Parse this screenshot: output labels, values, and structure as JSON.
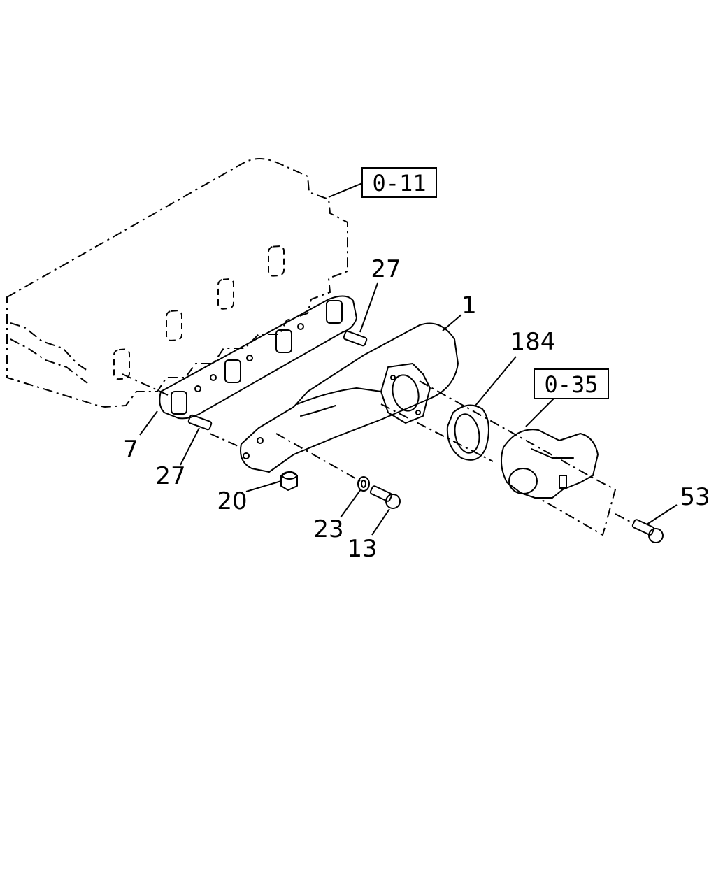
{
  "references": {
    "ref_0_11": "0-11",
    "ref_0_35": "0-35"
  },
  "callouts": {
    "c1": "1",
    "c7": "7",
    "c13": "13",
    "c20": "20",
    "c23": "23",
    "c27_top": "27",
    "c27_bottom": "27",
    "c53": "53",
    "c184": "184"
  },
  "parts": [
    {
      "callout": "1",
      "icon": "exhaust-manifold-icon"
    },
    {
      "callout": "7",
      "icon": "manifold-gasket-icon"
    },
    {
      "callout": "13",
      "icon": "bolt-icon"
    },
    {
      "callout": "20",
      "icon": "nut-icon"
    },
    {
      "callout": "23",
      "icon": "washer-icon"
    },
    {
      "callout": "27",
      "icon": "stud-icon"
    },
    {
      "callout": "53",
      "icon": "bolt-icon"
    },
    {
      "callout": "184",
      "icon": "flange-gasket-icon"
    }
  ]
}
